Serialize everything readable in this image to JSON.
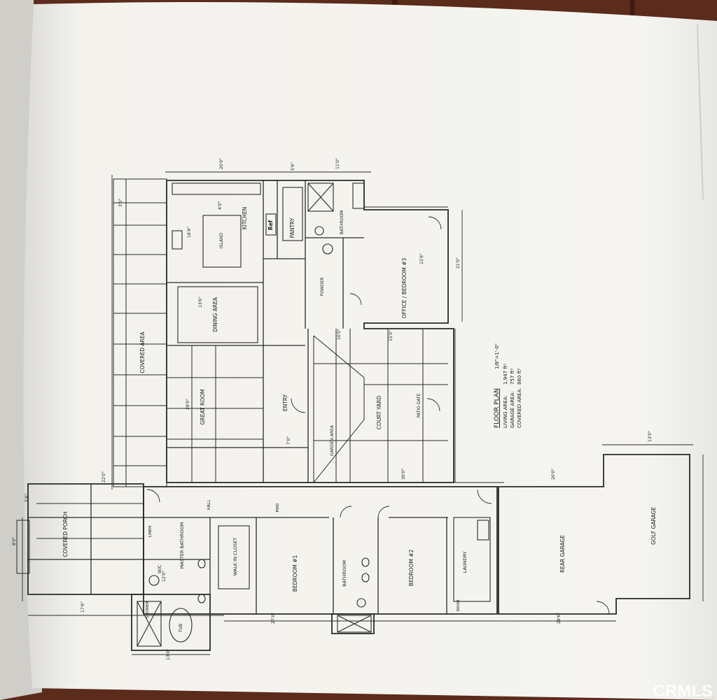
{
  "plan": {
    "title": "FLOOR PLAN",
    "scale": "1/8\"=1'-0\"",
    "areas": [
      {
        "label": "LIVING AREA:",
        "value": "1,947 ft²"
      },
      {
        "label": "GARAGE AREA:",
        "value": "757 ft²"
      },
      {
        "label": "COVERED AREA:",
        "value": "860 ft²"
      }
    ]
  },
  "rooms": {
    "kitchen": "KITCHEN",
    "island": "ISLAND",
    "ref": "Ref",
    "pantry": "PANTRY",
    "dining": "DINING AREA",
    "great_room": "GREAT ROOM",
    "covered_area": "COVERED AREA",
    "office": "OFFICE / BEDROOM #3",
    "bathroom": "BATHROOM",
    "entry": "ENTRY",
    "courtyard": "COURT YARD",
    "garden_area": "GARDEN AREA",
    "patio_gate": "PATIO GATE",
    "powder": "POWDER",
    "hall": "HALL",
    "covered_porch": "COVERED PORCH",
    "master_bath": "MASTER BATHROOM",
    "walk_in_closet": "WALK IN CLOSET",
    "bedroom1": "BEDROOM #1",
    "bedroom2": "BEDROOM #2",
    "laundry": "LAUNDRY",
    "rear_garage": "REAR GARAGE",
    "golf_garage": "GOLF GARAGE",
    "wic": "W/C",
    "tub": "TUB",
    "shower": "SHOWER",
    "linen": "LINEN",
    "wash": "WASH",
    "pwd": "PWD"
  },
  "dims": {
    "d1": "20'0\"",
    "d2": "5'6\"",
    "d3": "11'0\"",
    "d4": "4'0\"",
    "d5": "18'4\"",
    "d6": "13'6\"",
    "d7": "28'0\"",
    "d8": "15'6\"",
    "d9": "21'0\"",
    "d10": "20'0\"",
    "d11": "30'0\"",
    "d12": "22'0\"",
    "d13": "7'0\"",
    "d14": "13'0\"",
    "d15": "17'6\"",
    "d16": "27'0\"",
    "d17": "29'6\"",
    "d18": "10'0\"",
    "d19": "15'0\"",
    "d20": "12'0\"",
    "d21": "8'0\"",
    "d22": "5'6\"",
    "d23": "3'0\"",
    "d24": "13'0\""
  },
  "watermark": "CRMLS",
  "colors": {
    "paper": "#f2f1ec",
    "ink": "#262626",
    "table": "#5a2a1c"
  }
}
